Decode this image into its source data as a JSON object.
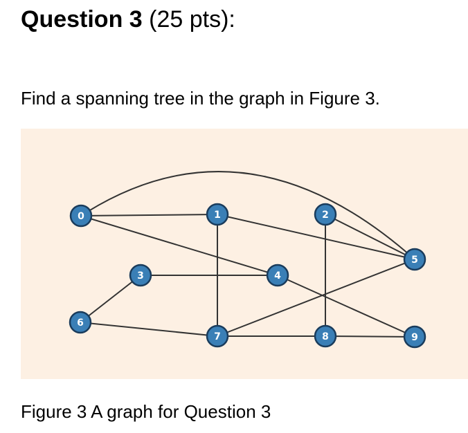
{
  "question": {
    "title_bold": "Question 3",
    "title_points": "(25 pts):",
    "prompt": "Find a spanning tree in the graph in Figure 3."
  },
  "figure": {
    "caption": "Figure 3 A graph for Question 3",
    "colors": {
      "background": "#fdf0e3",
      "node_fill": "#3a7fb6",
      "node_stroke": "#1a3c5c",
      "edge": "#333333",
      "label": "#ffffff"
    },
    "nodes": [
      {
        "id": "0",
        "label": "0"
      },
      {
        "id": "1",
        "label": "1"
      },
      {
        "id": "2",
        "label": "2"
      },
      {
        "id": "3",
        "label": "3"
      },
      {
        "id": "4",
        "label": "4"
      },
      {
        "id": "5",
        "label": "5"
      },
      {
        "id": "6",
        "label": "6"
      },
      {
        "id": "7",
        "label": "7"
      },
      {
        "id": "8",
        "label": "8"
      },
      {
        "id": "9",
        "label": "9"
      }
    ],
    "edges": [
      {
        "from": "0",
        "to": "5"
      },
      {
        "from": "0",
        "to": "1"
      },
      {
        "from": "0",
        "to": "4"
      },
      {
        "from": "1",
        "to": "5"
      },
      {
        "from": "1",
        "to": "7"
      },
      {
        "from": "2",
        "to": "5"
      },
      {
        "from": "2",
        "to": "8"
      },
      {
        "from": "3",
        "to": "4"
      },
      {
        "from": "3",
        "to": "6"
      },
      {
        "from": "4",
        "to": "9"
      },
      {
        "from": "5",
        "to": "7"
      },
      {
        "from": "6",
        "to": "7"
      },
      {
        "from": "7",
        "to": "8"
      },
      {
        "from": "8",
        "to": "9"
      }
    ]
  }
}
